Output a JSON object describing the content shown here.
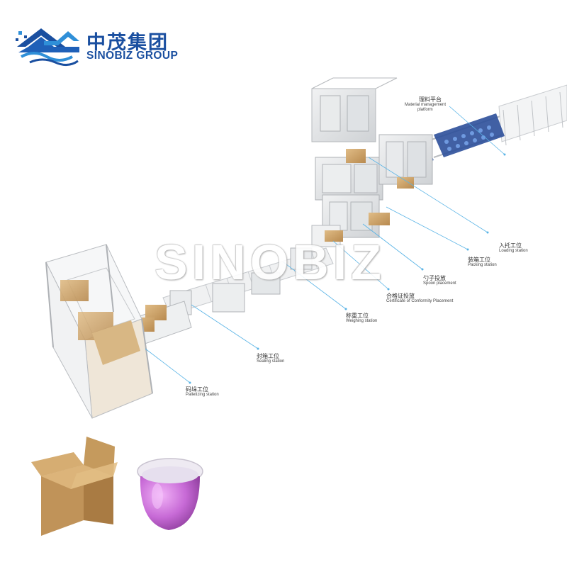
{
  "brand": {
    "name_cn": "中茂集团",
    "name_en": "SINOBIZ GROUP",
    "primary_color": "#1a4fa0",
    "accent_color": "#2f8fd8"
  },
  "watermark": "SINOBIZ",
  "stations": [
    {
      "id": "material",
      "cn": "理料平台",
      "en": "Material management",
      "en2": "platform"
    },
    {
      "id": "loading",
      "cn": "入托工位",
      "en": "Loading station"
    },
    {
      "id": "packing",
      "cn": "装箱工位",
      "en": "Packing station"
    },
    {
      "id": "spoon",
      "cn": "勺子投放",
      "en": "Spoon placement"
    },
    {
      "id": "certificate",
      "cn": "合格证投放",
      "en": "Certificate of Conformity Placement"
    },
    {
      "id": "weighing",
      "cn": "称重工位",
      "en": "Weighing station"
    },
    {
      "id": "sealing",
      "cn": "封箱工位",
      "en": "Sealing station"
    },
    {
      "id": "palletizing",
      "cn": "码垛工位",
      "en": "Palletizing station"
    }
  ],
  "colors": {
    "leader_line": "#5ab4e6",
    "carton": "#c9a26a",
    "capsule": "#c86ad8",
    "frame": "#d8dadd"
  }
}
